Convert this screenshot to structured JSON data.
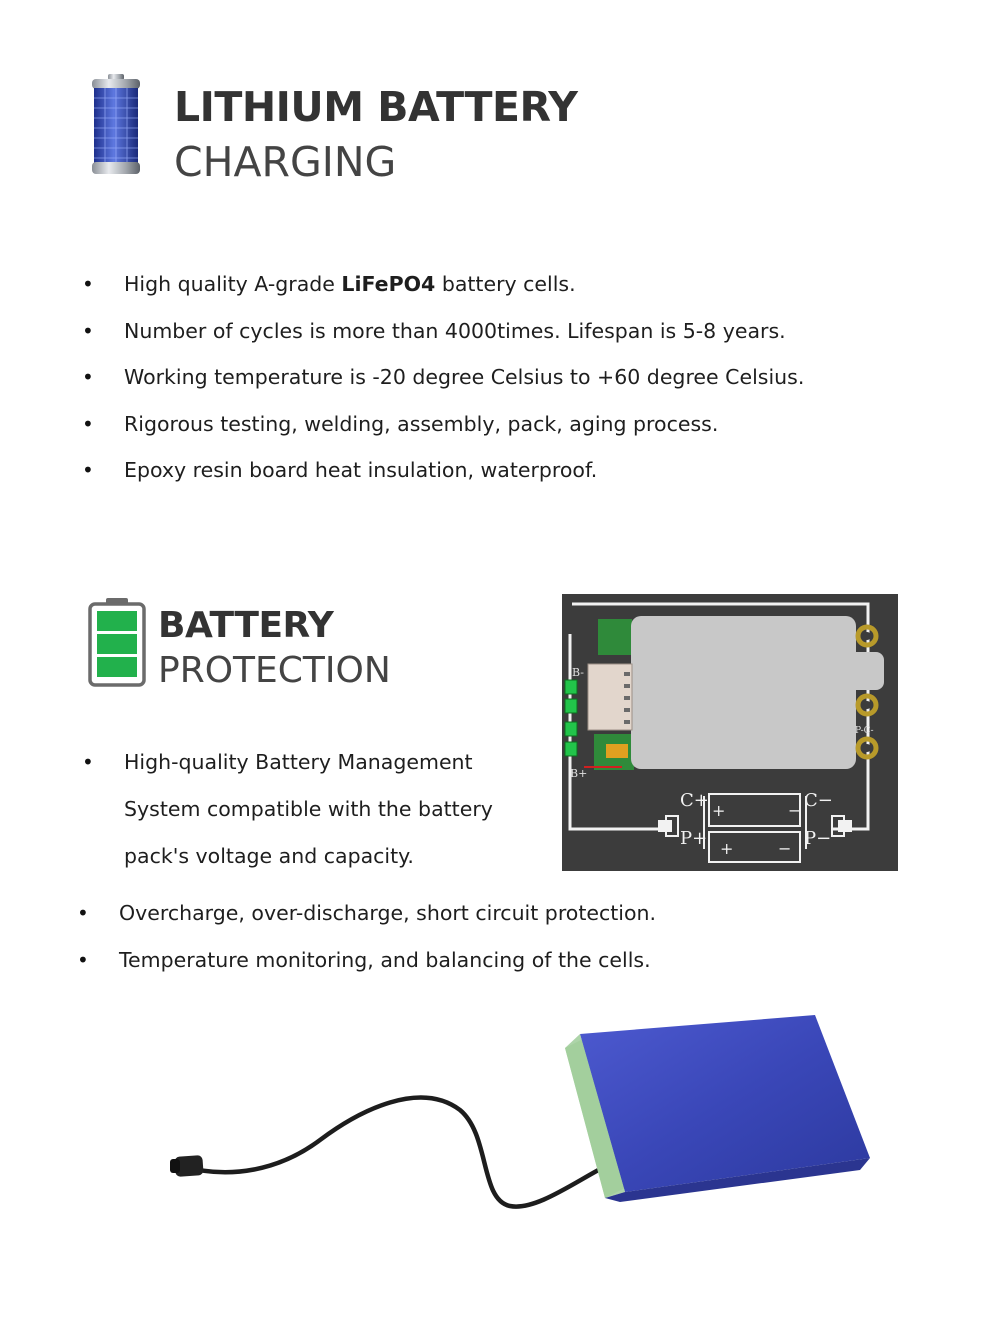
{
  "section1": {
    "title_line1": "LITHIUM BATTERY",
    "title_line2": "CHARGING",
    "icon": "battery-cylinder-icon",
    "bullets": [
      {
        "pre": "High quality A-grade ",
        "bold": "LiFePO4",
        "post": " battery cells."
      },
      {
        "text": "Number of cycles is more than 4000times. Lifespan is 5-8 years."
      },
      {
        "text": "Working temperature is -20 degree Celsius to +60 degree Celsius."
      },
      {
        "text": "Rigorous testing, welding, assembly, pack, aging process."
      },
      {
        "text": "Epoxy resin board heat insulation, waterproof."
      }
    ]
  },
  "section2": {
    "title_line1": "BATTERY",
    "title_line2": "PROTECTION",
    "icon": "battery-green-icon",
    "bms_bullet": [
      "High-quality Battery Management",
      "System compatible with the battery",
      "pack's voltage and capacity."
    ],
    "bullets": [
      "Overcharge, over-discharge, short circuit protection.",
      "Temperature monitoring, and balancing of the cells."
    ]
  },
  "pcb": {
    "labels": {
      "b_minus": "B-",
      "b_plus": "B+",
      "p_c_minus": "P-C-",
      "c_plus": "C+",
      "c_minus": "C−",
      "p_plus": "P+",
      "p_minus": "P−",
      "plus": "+",
      "minus": "−"
    }
  },
  "colors": {
    "battery_blue": "#3a48b8",
    "pcb_bg": "#3c3c3c",
    "green": "#22b14c",
    "accent_text": "#333333"
  }
}
